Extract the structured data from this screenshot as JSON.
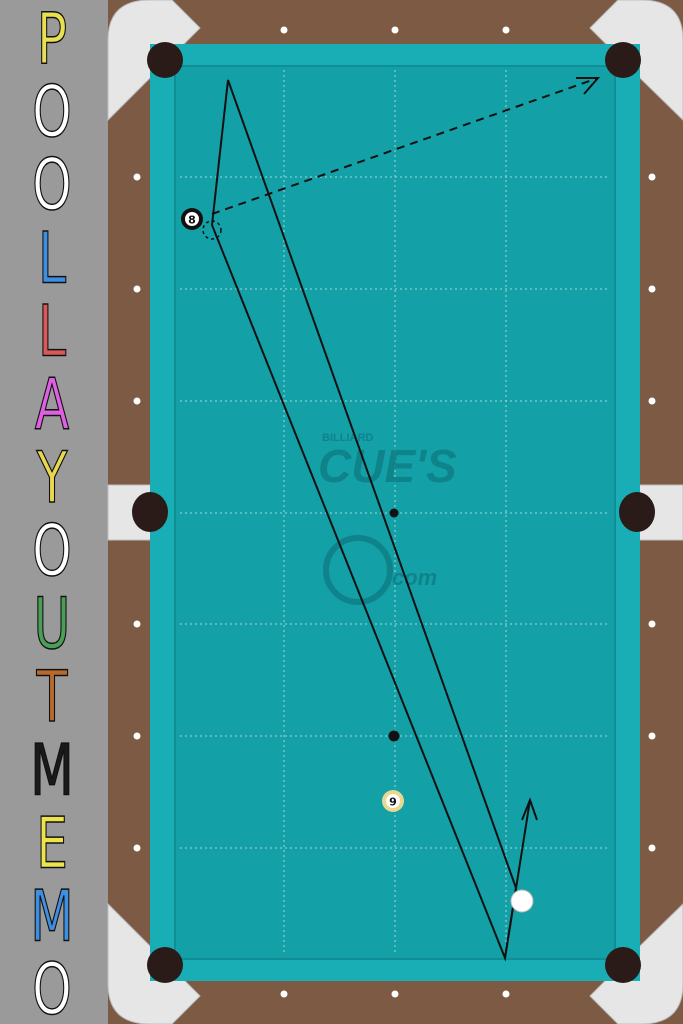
{
  "title": {
    "letters": [
      "P",
      "O",
      "O",
      "L",
      "L",
      "A",
      "Y",
      "O",
      "U",
      "T",
      "M",
      "E",
      "M",
      "O"
    ],
    "colors": [
      "#e8e052",
      "#ffffff",
      "#ffffff",
      "#3f8fe0",
      "#d95858",
      "#e15fe4",
      "#e8d850",
      "#ffffff",
      "#4a9e55",
      "#b86a2c",
      "#1a1a1a",
      "#ece44a",
      "#3f8fe0",
      "#ffffff"
    ]
  },
  "watermark": {
    "small": "BILLIARD",
    "big": "CUE'S",
    "suffix": "com"
  },
  "balls": {
    "eight": "8",
    "nine": "9"
  },
  "colors": {
    "felt": "#14a0a8",
    "cushion": "#19afb6",
    "rail": "#7d5a43",
    "corner": "#e8e8e8",
    "pocket": "#2a1b18"
  }
}
